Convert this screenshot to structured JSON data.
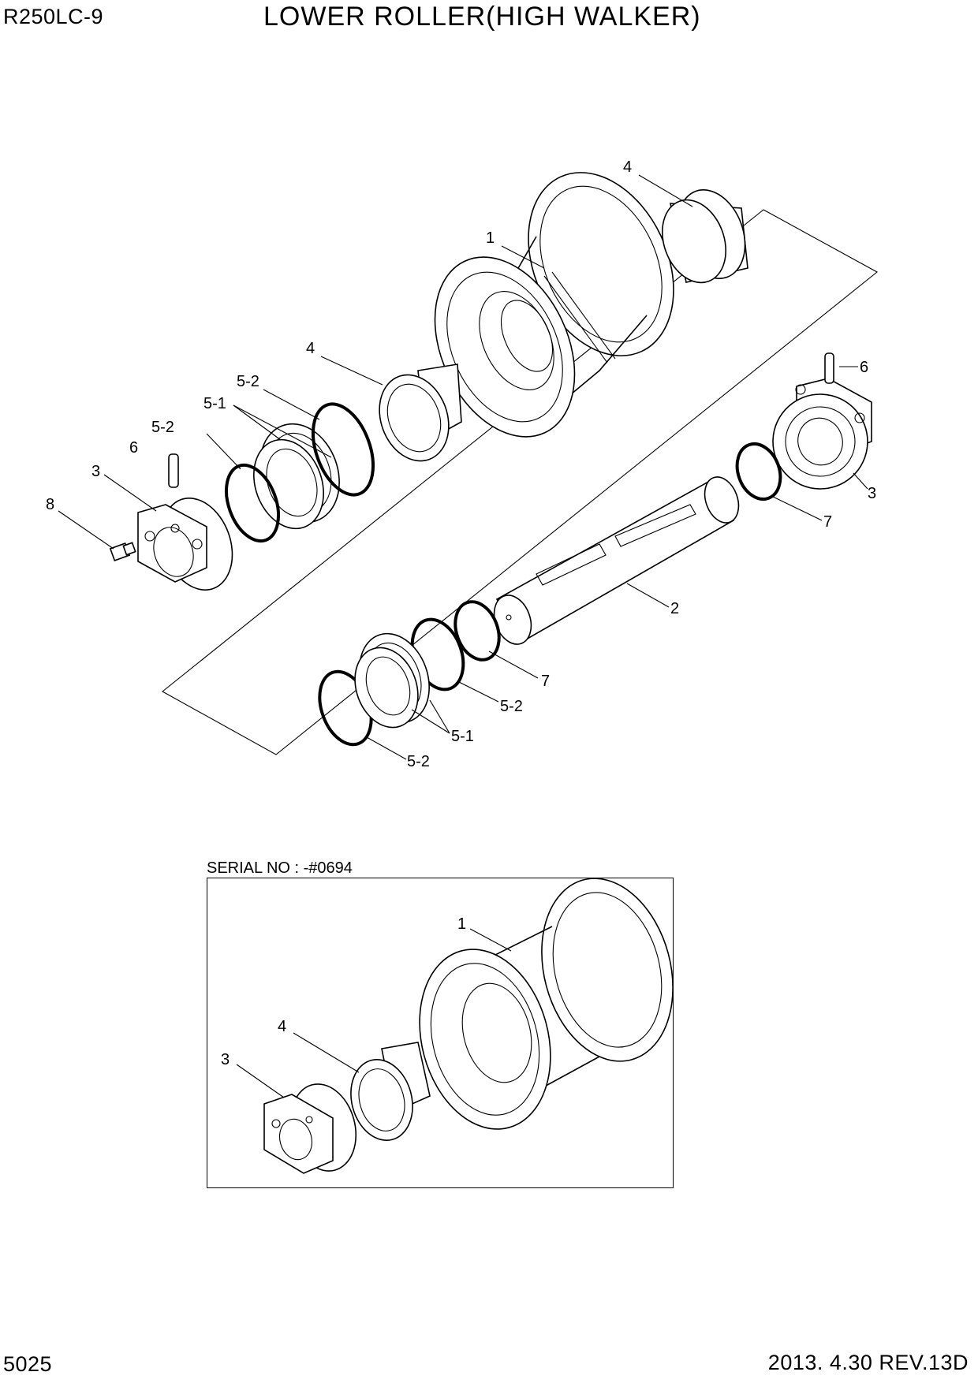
{
  "header": {
    "model": "R250LC-9",
    "title": "LOWER ROLLER(HIGH WALKER)"
  },
  "footer": {
    "page": "5025",
    "revision": "2013. 4.30  REV.13D"
  },
  "main_callouts": [
    {
      "id": "c-4-top",
      "label": "4"
    },
    {
      "id": "c-1",
      "label": "1"
    },
    {
      "id": "c-4-mid",
      "label": "4"
    },
    {
      "id": "c-52-a",
      "label": "5-2"
    },
    {
      "id": "c-51-a",
      "label": "5-1"
    },
    {
      "id": "c-52-b",
      "label": "5-2"
    },
    {
      "id": "c-6-left",
      "label": "6"
    },
    {
      "id": "c-3-left",
      "label": "3"
    },
    {
      "id": "c-8",
      "label": "8"
    },
    {
      "id": "c-6-right",
      "label": "6"
    },
    {
      "id": "c-3-right",
      "label": "3"
    },
    {
      "id": "c-7-right",
      "label": "7"
    },
    {
      "id": "c-2",
      "label": "2"
    },
    {
      "id": "c-7-low",
      "label": "7"
    },
    {
      "id": "c-52-c",
      "label": "5-2"
    },
    {
      "id": "c-51-b",
      "label": "5-1"
    },
    {
      "id": "c-52-d",
      "label": "5-2"
    }
  ],
  "inset": {
    "serial": "SERIAL NO : -#0694",
    "callouts": [
      {
        "id": "i-1",
        "label": "1"
      },
      {
        "id": "i-4",
        "label": "4"
      },
      {
        "id": "i-3",
        "label": "3"
      }
    ]
  }
}
